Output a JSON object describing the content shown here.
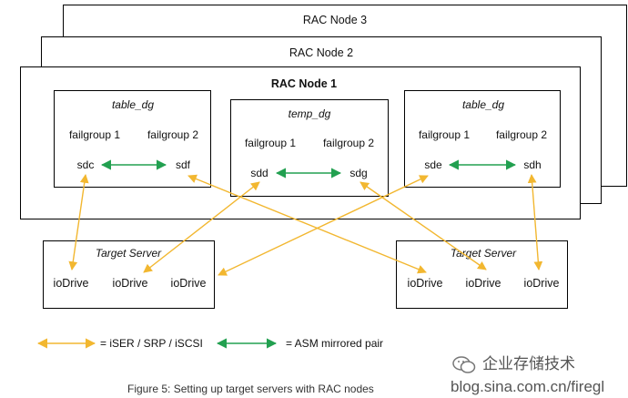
{
  "nodes": {
    "node3": "RAC Node 3",
    "node2": "RAC Node 2",
    "node1": "RAC Node 1"
  },
  "diskgroups": [
    {
      "name": "table_dg",
      "fg1": "failgroup 1",
      "fg2": "failgroup 2",
      "dev1": "sdc",
      "dev2": "sdf"
    },
    {
      "name": "temp_dg",
      "fg1": "failgroup 1",
      "fg2": "failgroup 2",
      "dev1": "sdd",
      "dev2": "sdg"
    },
    {
      "name": "table_dg",
      "fg1": "failgroup 1",
      "fg2": "failgroup 2",
      "dev1": "sde",
      "dev2": "sdh"
    }
  ],
  "servers": [
    {
      "title": "Target Server",
      "drives": [
        "ioDrive",
        "ioDrive",
        "ioDrive"
      ]
    },
    {
      "title": "Target Server",
      "drives": [
        "ioDrive",
        "ioDrive",
        "ioDrive"
      ]
    }
  ],
  "legend": {
    "yellow_label": "= iSER / SRP / iSCSI",
    "green_label": "= ASM mirrored pair"
  },
  "caption": "Figure 5: Setting up target servers with RAC nodes",
  "watermark": {
    "text": "企业存储技术",
    "url": "blog.sina.com.cn/firegl"
  },
  "colors": {
    "yellow_link": "#f2b730",
    "green_link": "#22a050",
    "border": "#000000"
  }
}
